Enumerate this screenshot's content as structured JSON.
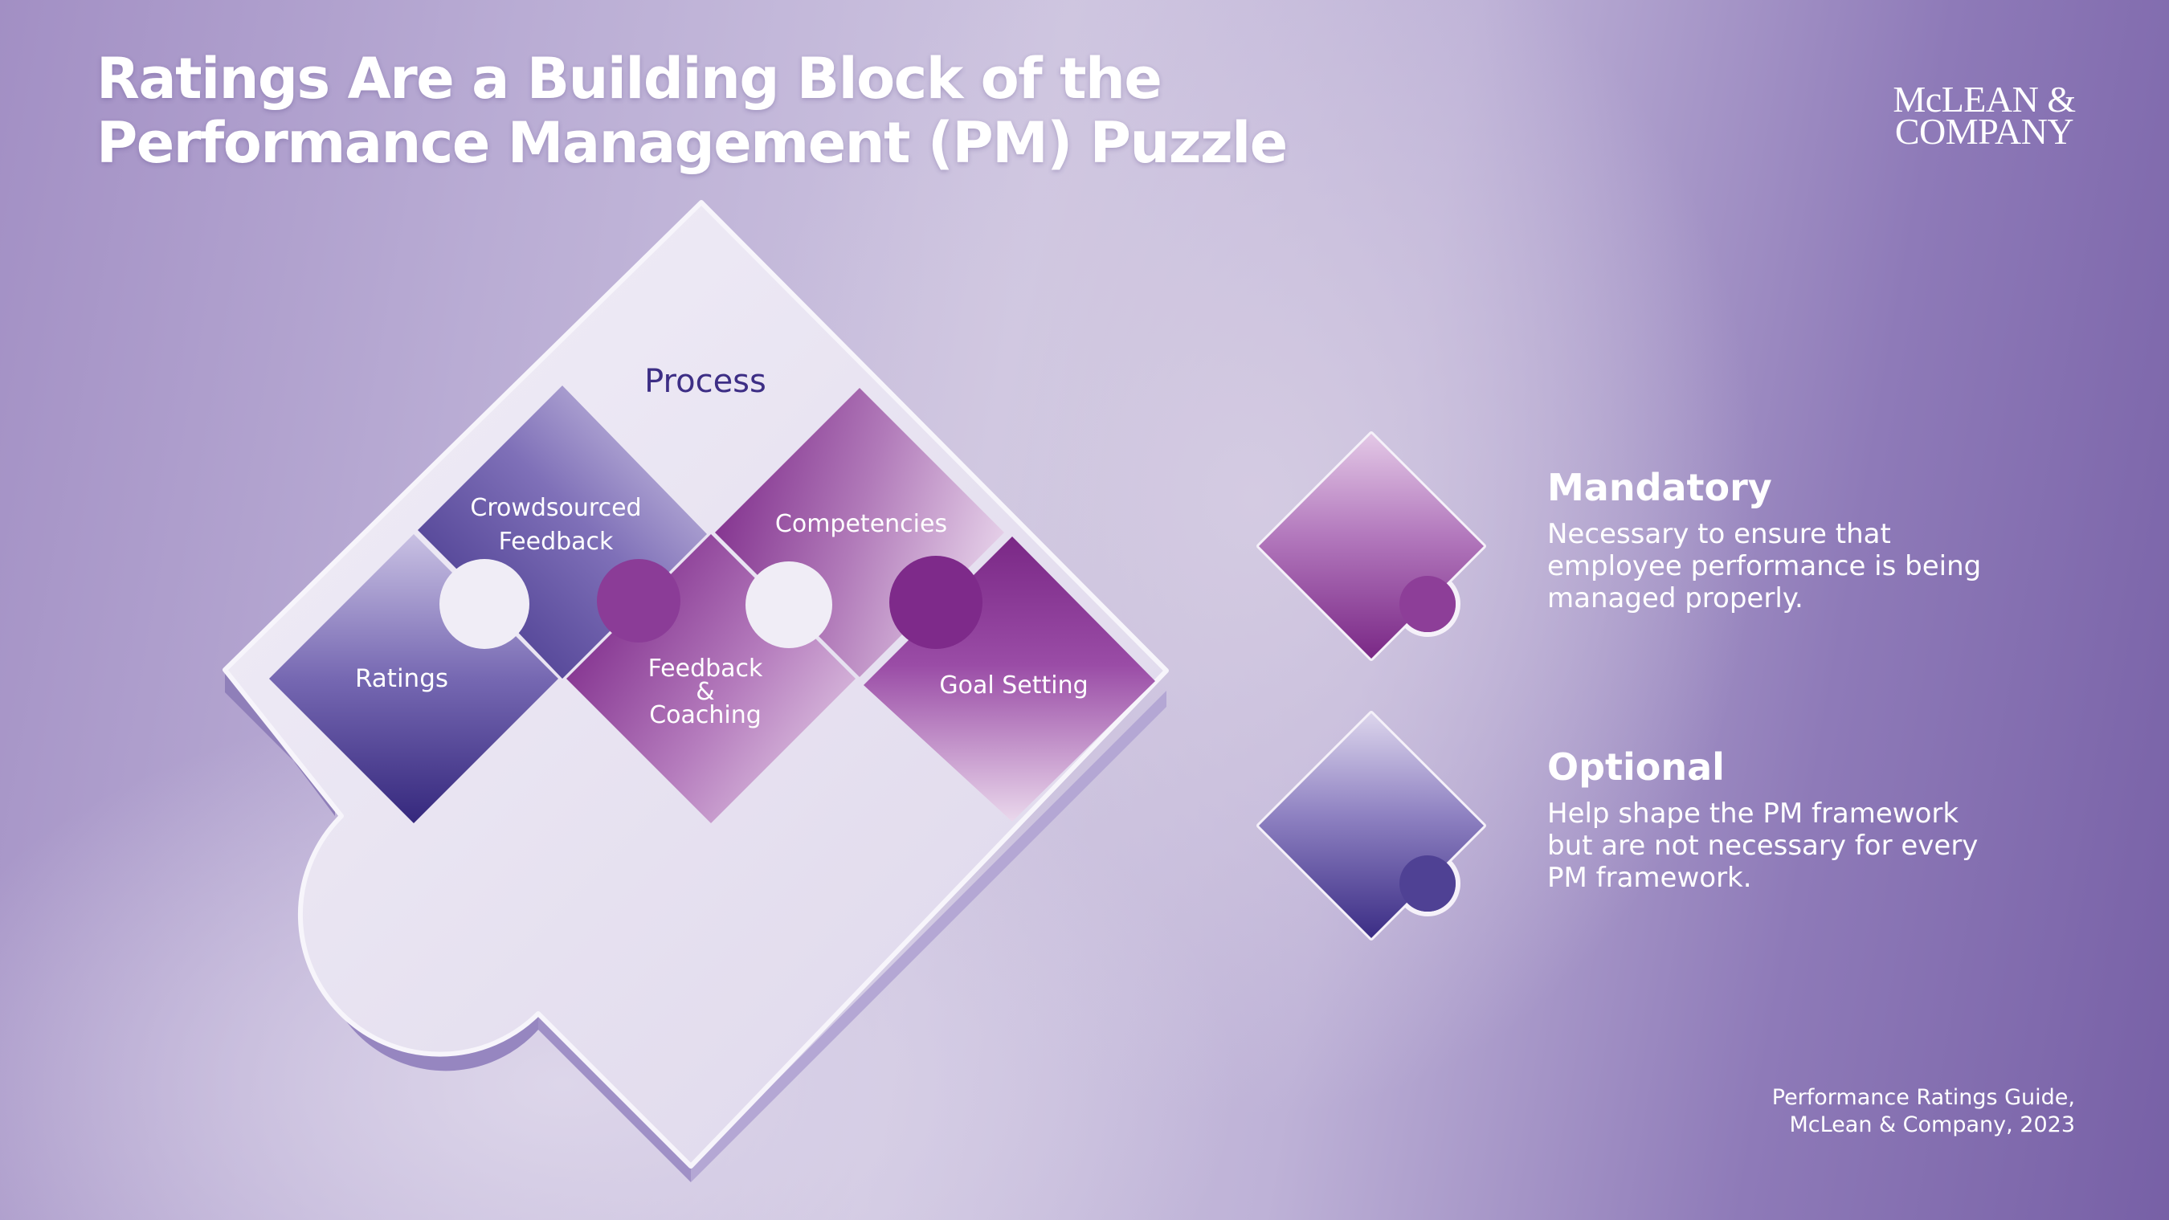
{
  "header": {
    "title_line1": "Ratings Are a Building Block of the",
    "title_line2": "Performance Management (PM) Puzzle"
  },
  "logo": {
    "line1": "McLEAN &",
    "line2": "COMPANY"
  },
  "diagram": {
    "container_label": "Process",
    "pieces": [
      {
        "key": "ratings",
        "lines": [
          "Ratings"
        ],
        "category": "optional"
      },
      {
        "key": "crowdsourced",
        "lines": [
          "Crowdsourced",
          "Feedback"
        ],
        "category": "optional"
      },
      {
        "key": "feedback",
        "lines": [
          "Feedback",
          "&",
          "Coaching"
        ],
        "category": "mandatory"
      },
      {
        "key": "competencies",
        "lines": [
          "Competencies"
        ],
        "category": "mandatory"
      },
      {
        "key": "goal",
        "lines": [
          "Goal Setting"
        ],
        "category": "mandatory"
      }
    ]
  },
  "legend": {
    "mandatory": {
      "title": "Mandatory",
      "description": "Necessary to ensure that employee performance is being managed properly."
    },
    "optional": {
      "title": "Optional",
      "description": "Help shape the PM framework but are not necessary for every PM framework."
    }
  },
  "colors": {
    "mandatory": "#7e2d8a",
    "optional": "#3d2e85",
    "container_label": "#3d2e85",
    "text": "#ffffff"
  },
  "source": {
    "line1": "Performance Ratings Guide,",
    "line2": "McLean & Company, 2023"
  }
}
